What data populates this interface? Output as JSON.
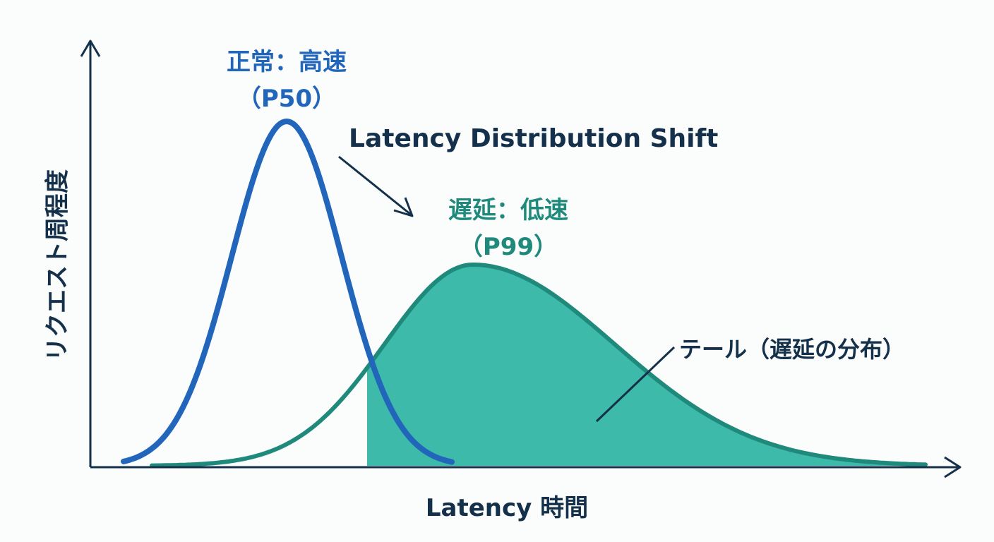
{
  "title": "Latency Distribution Shift",
  "x_axis_label": "Latency 時間",
  "y_axis_label": "リクエスト周程度",
  "normal": {
    "line1": "正常：高速",
    "line2": "（P50）"
  },
  "slow": {
    "line1": "遅延：低速",
    "line2": "（P99）"
  },
  "tail_label": "テール（遅延の分布）",
  "colors": {
    "normal": "#2266bb",
    "slow_stroke": "#1f8a7c",
    "slow_fill": "#3dbaa9",
    "ink": "#14304a"
  }
}
